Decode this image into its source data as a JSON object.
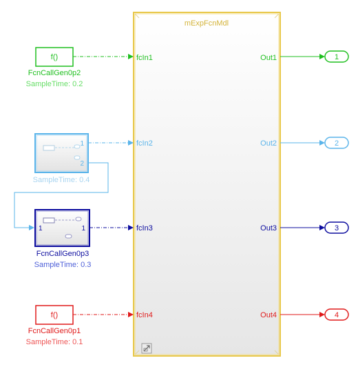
{
  "model": {
    "title": "mExpFcnMdl",
    "inputs": [
      "fcIn1",
      "fcIn2",
      "fcIn3",
      "fcIn4"
    ],
    "outputs": [
      "Out1",
      "Out2",
      "Out3",
      "Out4"
    ]
  },
  "blocks": {
    "gen0p2": {
      "glyph": "f()",
      "name": "FcnCallGen0p2",
      "sample": "SampleTime: 0.2"
    },
    "sub04": {
      "port1": "1",
      "port2": "2",
      "sample": "SampleTime: 0.4"
    },
    "gen0p3": {
      "in": "1",
      "out": "1",
      "name": "FcnCallGen0p3",
      "sample": "SampleTime: 0.3"
    },
    "gen0p1": {
      "glyph": "f()",
      "name": "FcnCallGen0p1",
      "sample": "SampleTime: 0.1"
    }
  },
  "outports": [
    "1",
    "2",
    "3",
    "4"
  ],
  "colors": {
    "green": "#1fbf1f",
    "cyan": "#5ab4ea",
    "blue": "#0b0b9e",
    "red": "#e01a1a",
    "yellow": "#e8c84a"
  }
}
